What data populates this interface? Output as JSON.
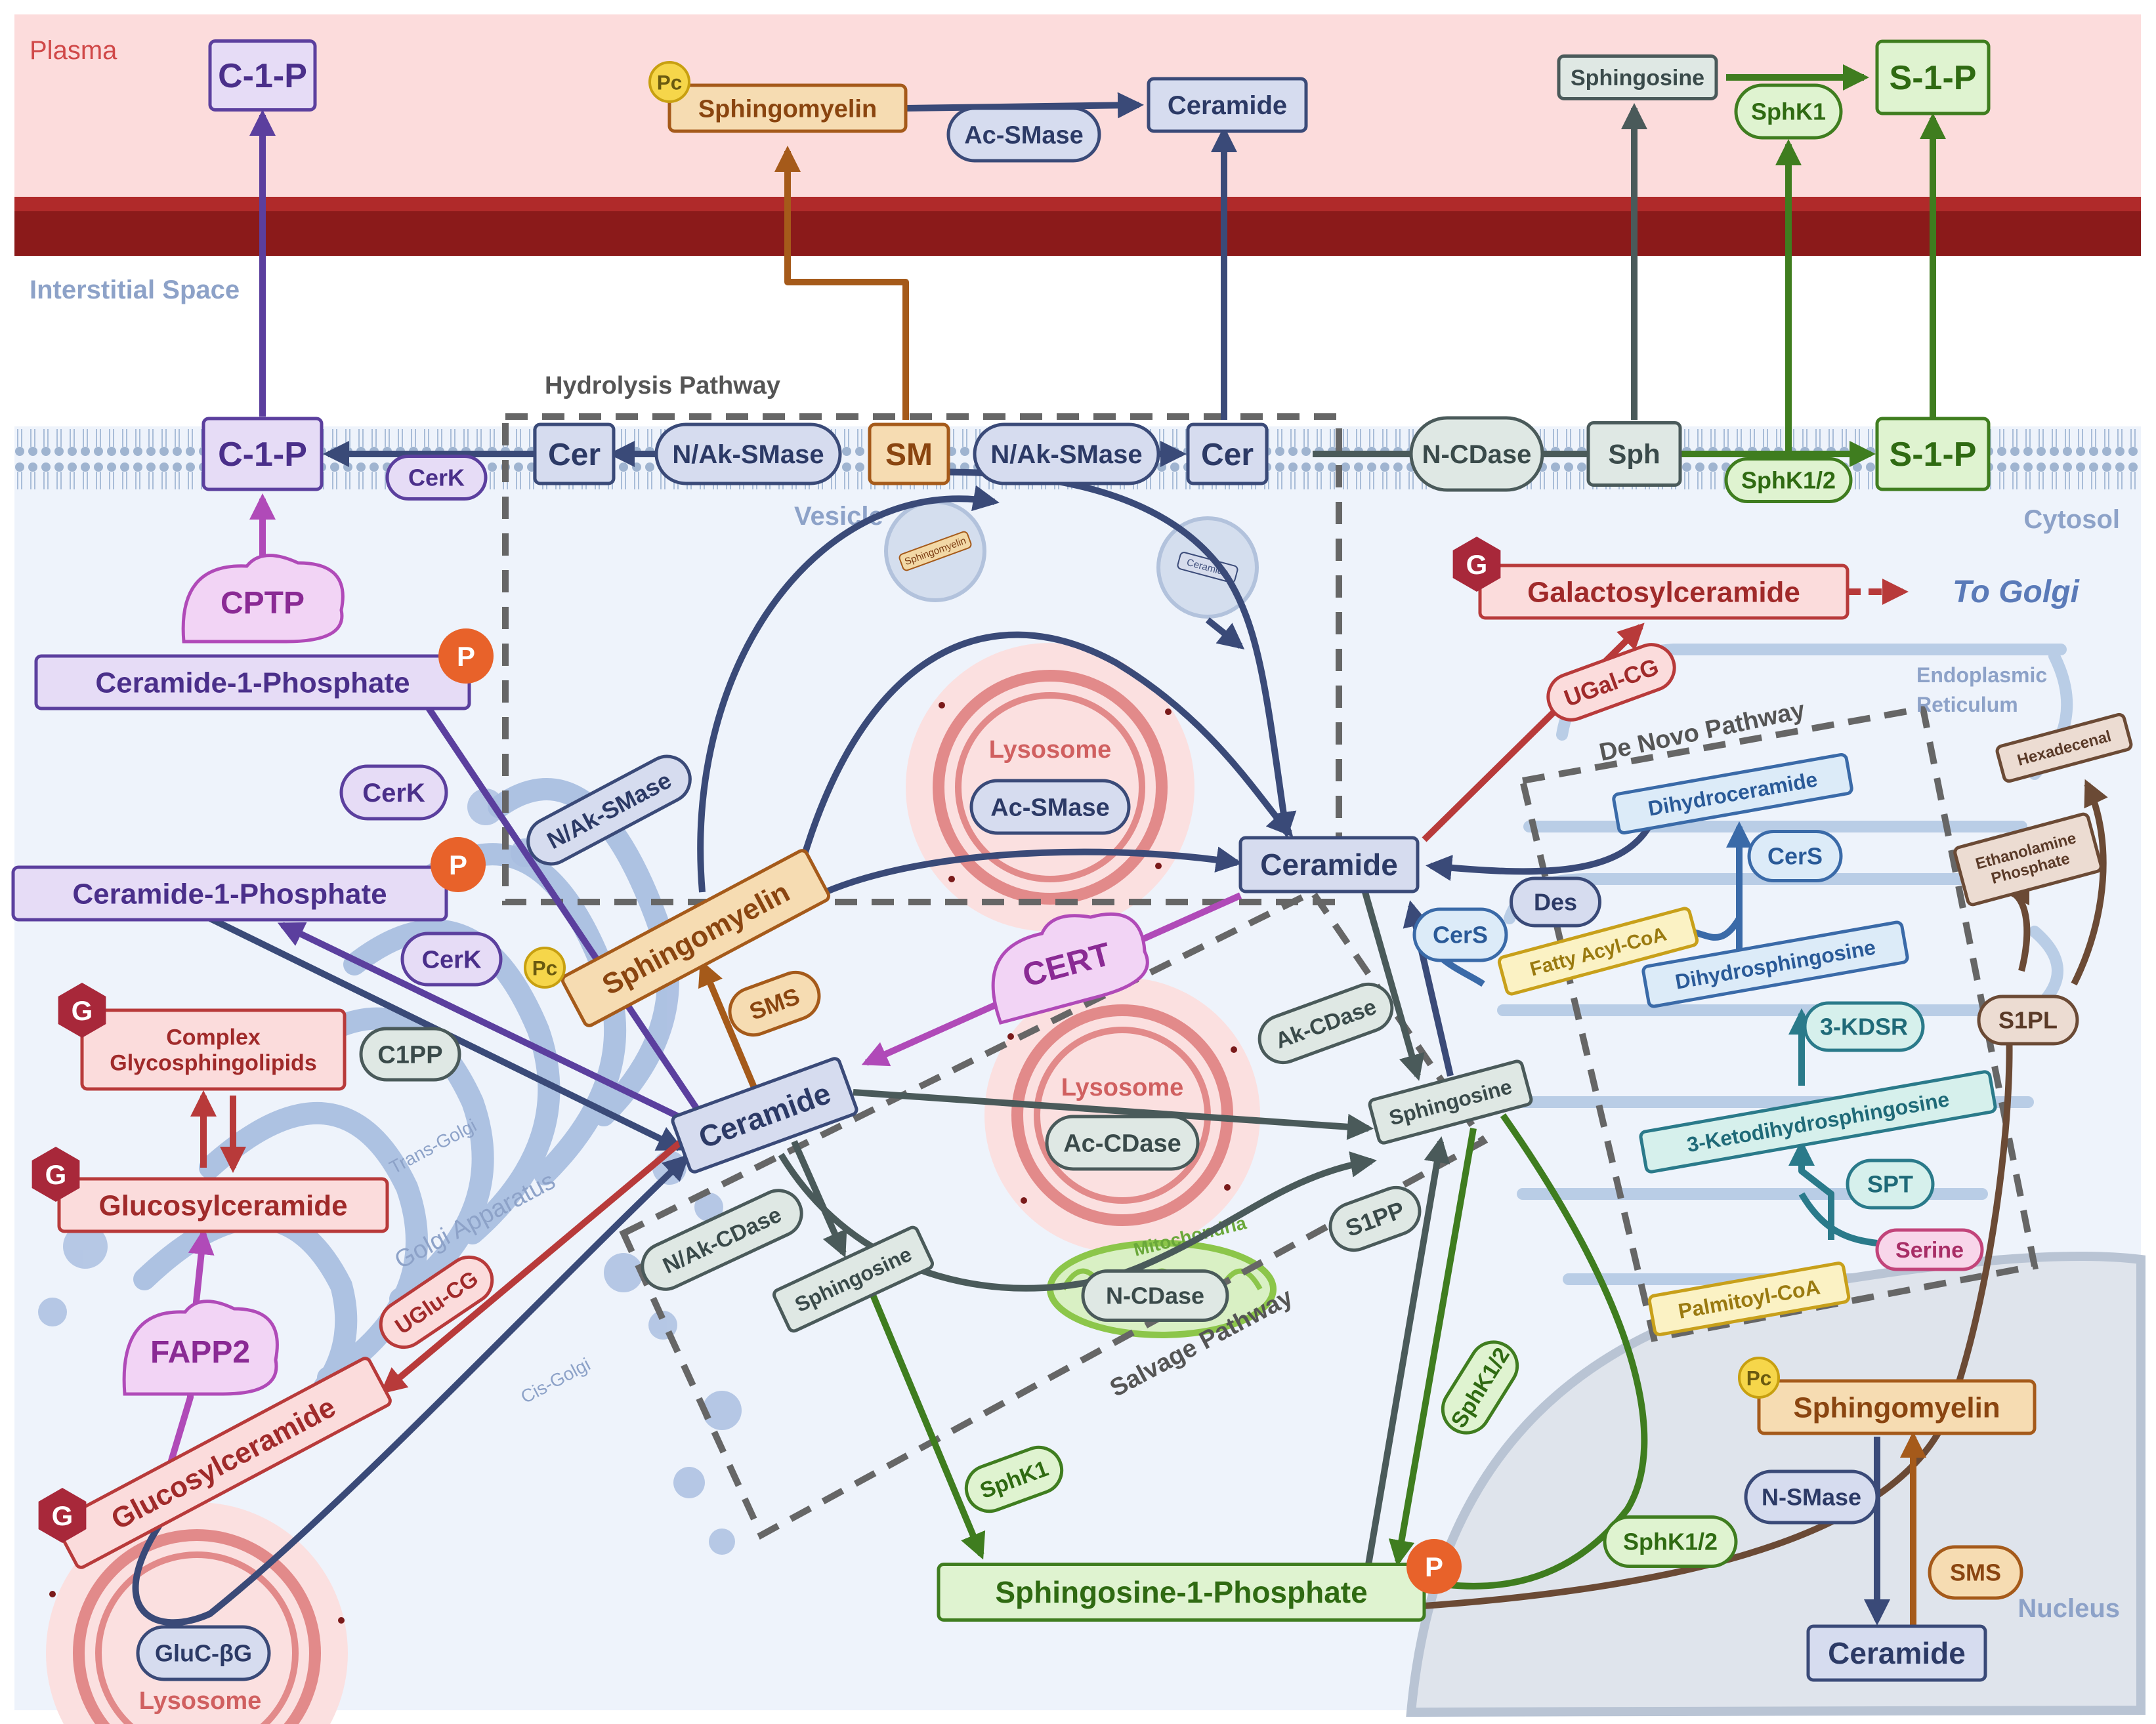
{
  "regions": {
    "plasma": "Plasma",
    "interstitial": "Interstitial Space",
    "cytosol": "Cytosol",
    "vesicle": "Vesicle",
    "nucleus": "Nucleus",
    "er": [
      "Endoplasmic",
      "Reticulum"
    ],
    "golgi": "Golgi Apparatus",
    "trans_golgi": "Trans-Golgi",
    "cis_golgi": "Cis-Golgi",
    "mitochondria": "Mitochondria",
    "lysosome": "Lysosome"
  },
  "pathways": {
    "hydrolysis": "Hydrolysis Pathway",
    "de_novo": "De Novo Pathway",
    "salvage": "Salvage Pathway"
  },
  "badges": {
    "pc": "Pc",
    "p": "P",
    "g": "G"
  },
  "vesicle_cargo": {
    "sm": "Sphingomyelin",
    "cer": "Ceramide"
  },
  "to_golgi": "To Golgi",
  "colors": {
    "plasma_band": "#fcdcdc",
    "membrane": "#8b1a1a",
    "cytosol": "#eef3fb",
    "ceramide": "#3a4a78",
    "c1p": "#5b3f9e",
    "cptp": "#b04ab8",
    "sm": "#a55a1a",
    "s1p": "#3f7d1f",
    "glyco": "#b83a3a",
    "sph": "#4a5a5a",
    "denovo": "#2a7a8a",
    "s1pl": "#6b4a35"
  },
  "nodes": {
    "c1p_top": "C-1-P",
    "sm_top": "Sphingomyelin",
    "ac_smase_top": "Ac-SMase",
    "cer_top": "Ceramide",
    "sph_top": "Sphingosine",
    "sphk1_top": "SphK1",
    "s1p_top": "S-1-P",
    "c1p_mem": "C-1-P",
    "cerk_mem": "CerK",
    "cer_mem_left": "Cer",
    "nak_smase_left": "N/Ak-SMase",
    "sm_mem": "SM",
    "nak_smase_right": "N/Ak-SMase",
    "cer_mem_right": "Cer",
    "ncdase_mem": "N-CDase",
    "sph_mem": "Sph",
    "sphk12_mem": "SphK1/2",
    "s1p_mem": "S-1-P",
    "cptp": "CPTP",
    "c1p_1": "Ceramide-1-Phosphate",
    "c1p_2": "Ceramide-1-Phosphate",
    "cerk_1": "CerK",
    "cerk_2": "CerK",
    "c1pp": "C1PP",
    "complex_gsl": [
      "Complex",
      "Glycosphingolipids"
    ],
    "glucosylcer_1": "Glucosylceramide",
    "fapp2": "FAPP2",
    "glucosylcer_2": "Glucosylceramide",
    "uglu_cg": "UGlu-CG",
    "gluc_bg": "GluC-βG",
    "nak_smase_mid": "N/Ak-SMase",
    "sphingomyelin_mid": "Sphingomyelin",
    "sms_mid": "SMS",
    "ceramide_golgi": "Ceramide",
    "cert": "CERT",
    "ac_smase_lyso": "Ac-SMase",
    "ceramide_center": "Ceramide",
    "ac_cdase": "Ac-CDase",
    "n_cdase_mito": "N-CDase",
    "nak_cdase": "N/Ak-CDase",
    "sphingosine_mid": "Sphingosine",
    "sphingosine_right": "Sphingosine",
    "ak_cdase": "Ak-CDase",
    "s1pp": "S1PP",
    "sphk1_mid": "SphK1",
    "sphk12_mid": "SphK1/2",
    "sphk12_low": "SphK1/2",
    "s1p_bottom": "Sphingosine-1-Phosphate",
    "galactosylcer": "Galactosylceramide",
    "ugal_cg": "UGal-CG",
    "dihydroceramide": "Dihydroceramide",
    "cers_1": "CerS",
    "cers_2": "CerS",
    "des": "Des",
    "fatty_acyl": "Fatty Acyl-CoA",
    "dihydrosph": "Dihydrosphingosine",
    "kdsr": "3-KDSR",
    "ketodihydro": "3-Ketodihydrosphingosine",
    "spt": "SPT",
    "serine": "Serine",
    "palmitoyl": "Palmitoyl-CoA",
    "hexadecenal": "Hexadecenal",
    "ethanolamine": [
      "Ethanolamine",
      "Phosphate"
    ],
    "s1pl": "S1PL",
    "sm_nucleus": "Sphingomyelin",
    "n_smase": "N-SMase",
    "sms_nucleus": "SMS",
    "ceramide_nucleus": "Ceramide"
  }
}
